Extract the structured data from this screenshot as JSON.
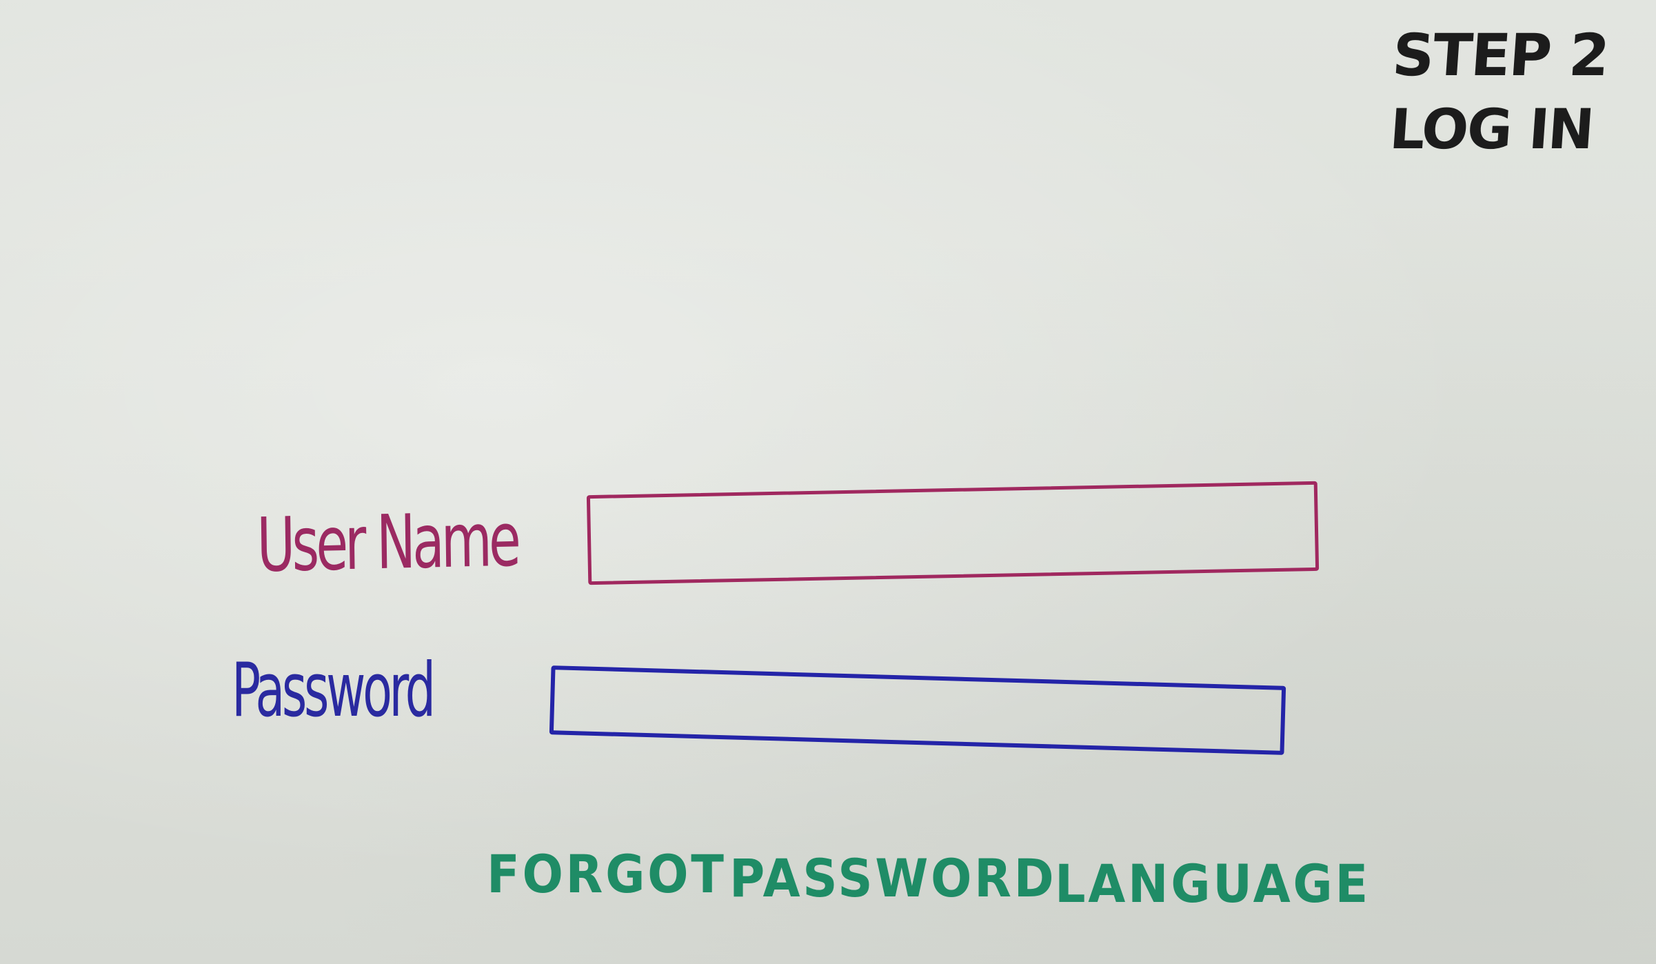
{
  "header": {
    "step": "STEP 2",
    "title": "LOG IN"
  },
  "form": {
    "username_label": "User Name",
    "username_value": "",
    "password_label": "Password",
    "password_value": ""
  },
  "links": {
    "forgot": "FORGOT",
    "password": "PASSWORD",
    "language": "LANGUAGE"
  },
  "colors": {
    "paper": "#dfe2dd",
    "header_ink": "#1c1c1c",
    "username_ink": "#9b2a62",
    "password_ink": "#2a2aa0",
    "links_ink": "#1f8c66"
  }
}
